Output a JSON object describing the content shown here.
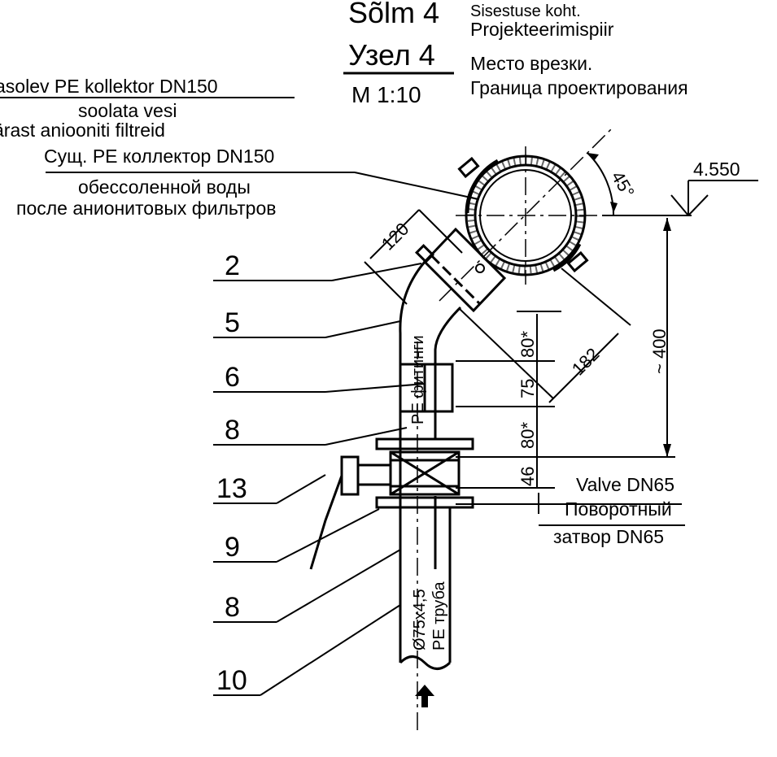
{
  "header": {
    "title_et": "Sõlm 4",
    "title_ru": "Узел 4",
    "scale": "M 1:10",
    "note_et_1": "Sisestuse koht.",
    "note_et_2": "Projekteerimispiir",
    "note_ru_1": "Место врезки.",
    "note_ru_2": "Граница проектирования"
  },
  "collector": {
    "et_1": "asolev PE kollektor DN150",
    "et_2": "soolata vesi",
    "et_3": "ärast aniooniti filtreid",
    "ru_1": "Сущ. PE коллектор DN150",
    "ru_2": "обессоленной воды",
    "ru_3": "после анионитовых фильтров"
  },
  "callouts": [
    "2",
    "5",
    "6",
    "8",
    "13",
    "9",
    "8",
    "10"
  ],
  "dimensions": {
    "d120": "120",
    "d182": "182",
    "d400": "~ 400",
    "d80a": "80*",
    "d75": "75",
    "d80b": "80*",
    "d46": "46",
    "angle": "45°",
    "level": "4.550"
  },
  "pipe_labels": {
    "fittings": "PE фитинги",
    "pipe_size": "Ø75x4,5",
    "pipe_type": "PE труба"
  },
  "valve": {
    "en": "Valve DN65",
    "ru_1": "Поворотный",
    "ru_2": "затвор DN65"
  }
}
